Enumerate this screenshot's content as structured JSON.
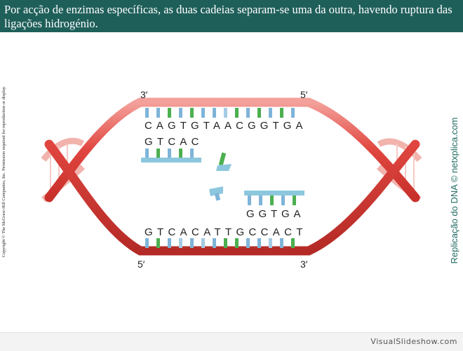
{
  "header": {
    "text": "Por acção de enzimas específicas, as duas cadeias separam-se uma da outra, havendo ruptura das ligações hidrogénio."
  },
  "copyright": "Copyright © The McGraw-Hill Companies, Inc. Permission required for reproduction or display.",
  "side_caption": "Replicação do DNA © netxplica.com",
  "footer": "VisualSlideshow.com",
  "diagram": {
    "top_left_end": "3′",
    "top_right_end": "5′",
    "bottom_left_end": "5′",
    "bottom_right_end": "3′",
    "top_sequence": "CAGTGTAACGGTGA",
    "top_partial": "GTCAC",
    "bottom_partial": "GGTGA",
    "bottom_sequence": "GTCACATTGCCACT"
  },
  "colors": {
    "header_bg": "#1f5f5a",
    "strand": "#e0463f",
    "nucleotide_blue": "#7fb4d8",
    "nucleotide_green": "#4caf50"
  }
}
